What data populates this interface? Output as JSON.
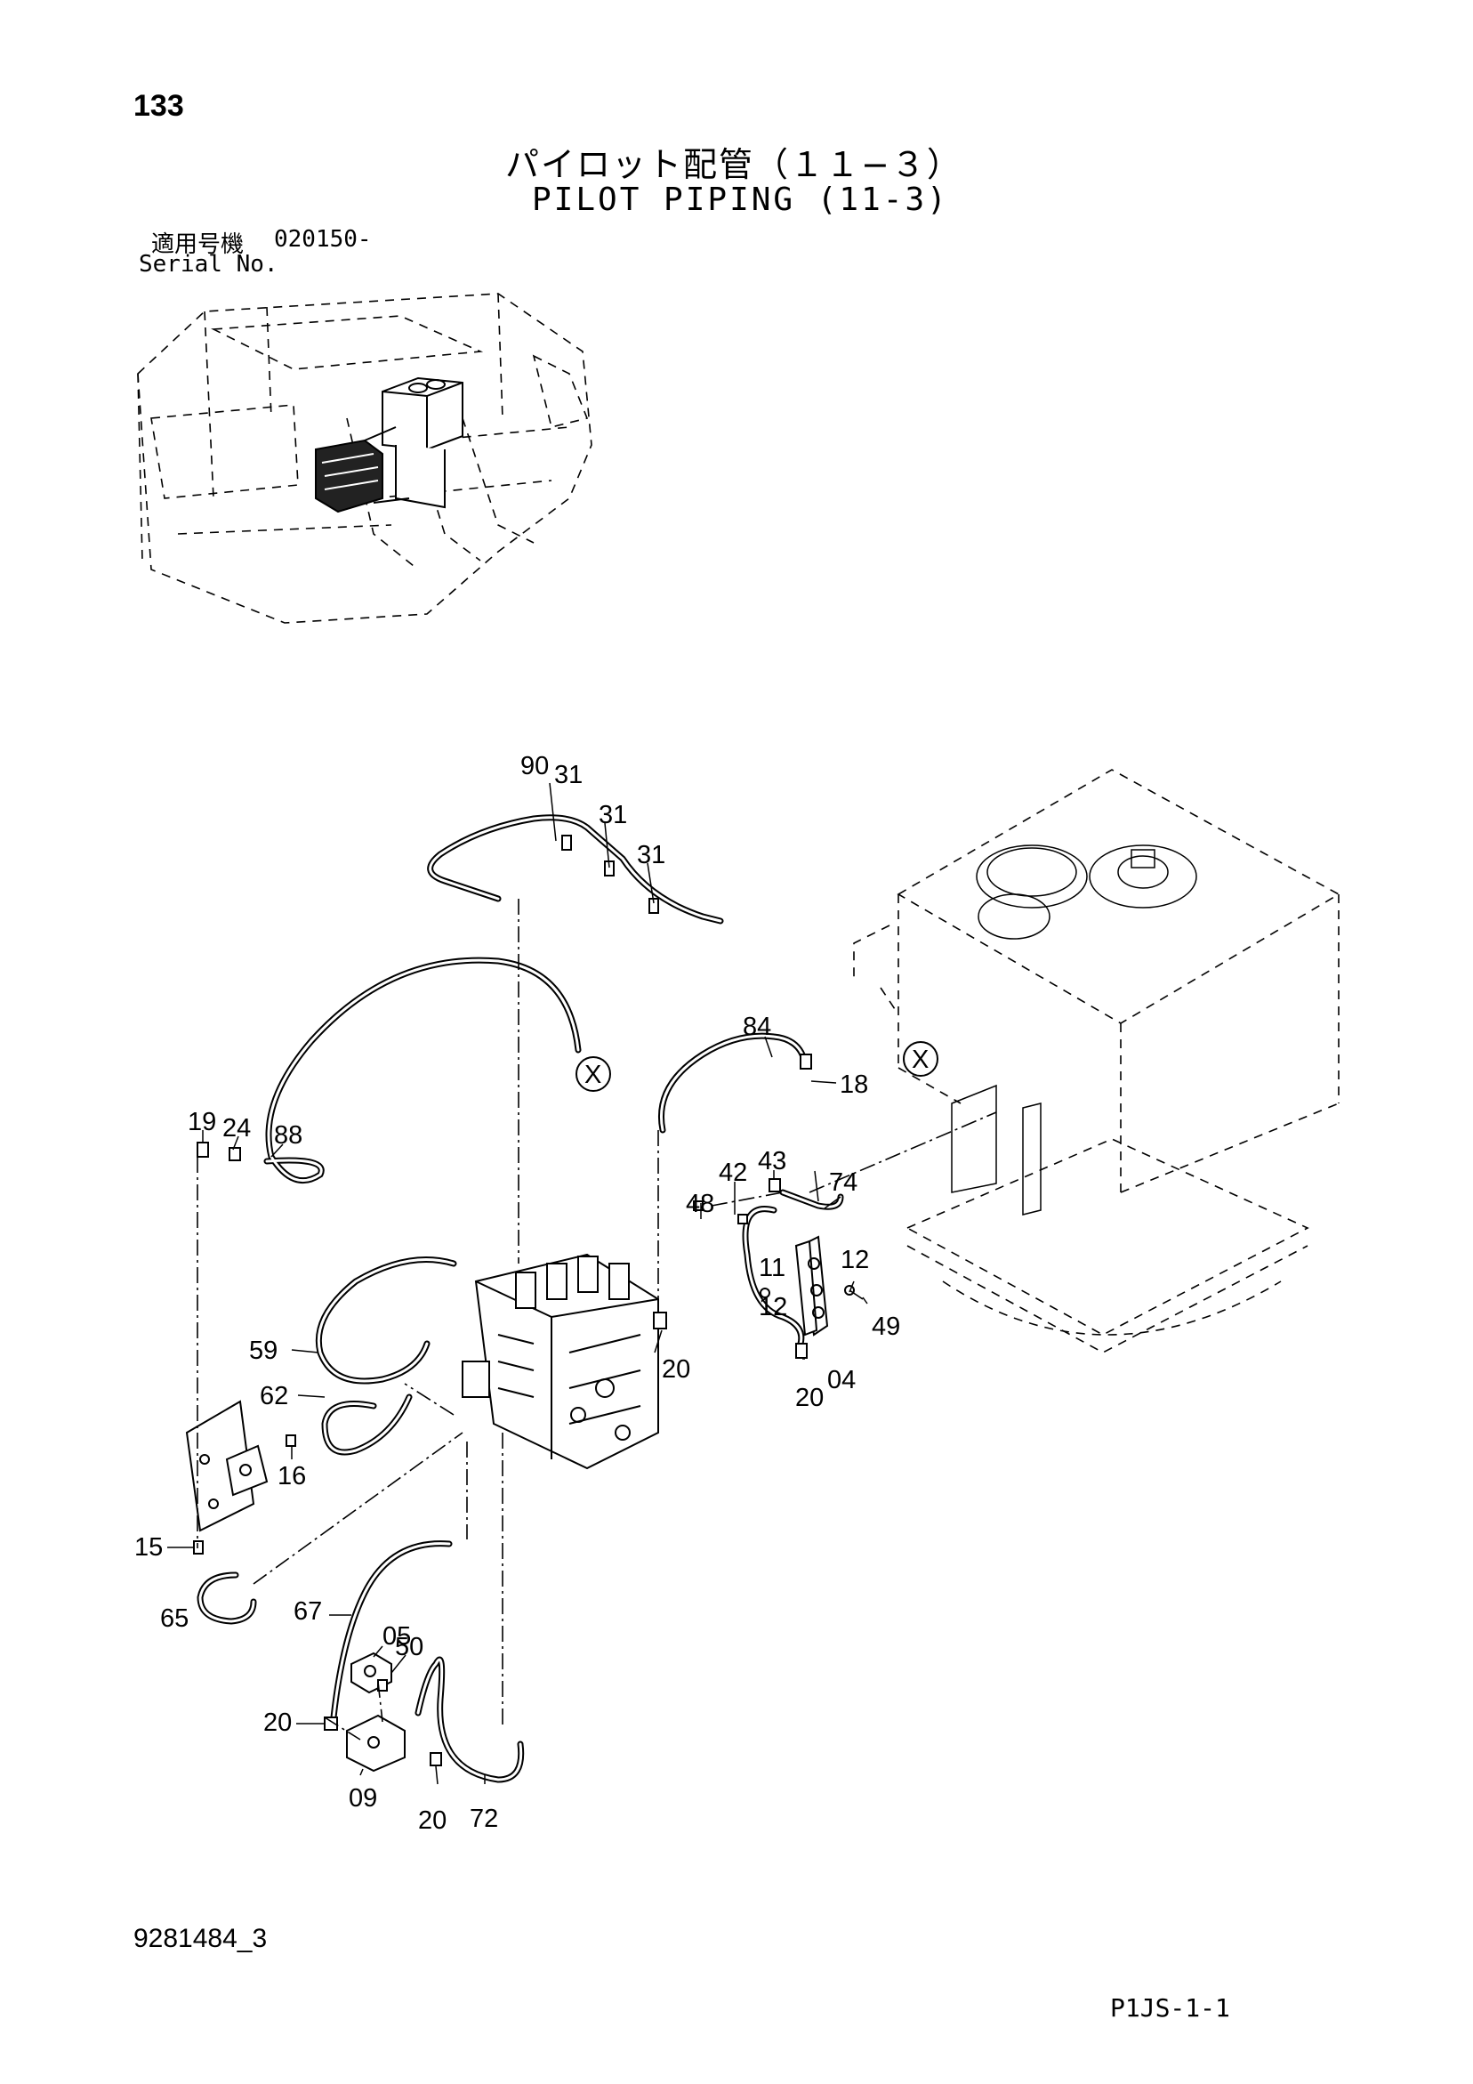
{
  "header": {
    "page_number": "133",
    "title_jp": "パイロット配管（１１−３）",
    "title_en": "PILOT PIPING (11-3)",
    "serial_label_jp": "適用号機",
    "serial_number": "020150-",
    "serial_label_en": "Serial No."
  },
  "callouts": [
    {
      "id": "c90",
      "label": "90"
    },
    {
      "id": "c31a",
      "label": "31"
    },
    {
      "id": "c31b",
      "label": "31"
    },
    {
      "id": "c31c",
      "label": "31"
    },
    {
      "id": "cX1",
      "label": "X"
    },
    {
      "id": "cX2",
      "label": "X"
    },
    {
      "id": "c84",
      "label": "84"
    },
    {
      "id": "c18",
      "label": "18"
    },
    {
      "id": "c19",
      "label": "19"
    },
    {
      "id": "c24",
      "label": "24"
    },
    {
      "id": "c88",
      "label": "88"
    },
    {
      "id": "c42",
      "label": "42"
    },
    {
      "id": "c43",
      "label": "43"
    },
    {
      "id": "c74",
      "label": "74"
    },
    {
      "id": "c48",
      "label": "48"
    },
    {
      "id": "c11",
      "label": "11"
    },
    {
      "id": "c12a",
      "label": "12"
    },
    {
      "id": "c12b",
      "label": "12"
    },
    {
      "id": "c49",
      "label": "49"
    },
    {
      "id": "c20a",
      "label": "20"
    },
    {
      "id": "c20b",
      "label": "20"
    },
    {
      "id": "c04",
      "label": "04"
    },
    {
      "id": "c59",
      "label": "59"
    },
    {
      "id": "c62",
      "label": "62"
    },
    {
      "id": "c16",
      "label": "16"
    },
    {
      "id": "c15",
      "label": "15"
    },
    {
      "id": "c65",
      "label": "65"
    },
    {
      "id": "c67",
      "label": "67"
    },
    {
      "id": "c05",
      "label": "05"
    },
    {
      "id": "c50",
      "label": "50"
    },
    {
      "id": "c20c",
      "label": "20"
    },
    {
      "id": "c09",
      "label": "09"
    },
    {
      "id": "c20d",
      "label": "20"
    },
    {
      "id": "c72",
      "label": "72"
    }
  ],
  "footer": {
    "document_number": "9281484_3",
    "page_code": "P1JS-1-1"
  }
}
